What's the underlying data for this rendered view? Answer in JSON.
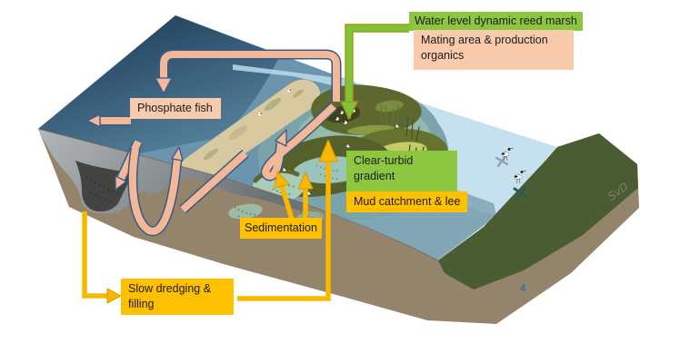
{
  "boxes": {
    "water_level": {
      "label": "Water level dynamic reed marsh"
    },
    "mating": {
      "label": "Mating area & production organics"
    },
    "phosphate": {
      "label": "Phosphate fish"
    },
    "clear_turbid": {
      "label": "Clear-turbid gradient"
    },
    "mud": {
      "label": "Mud catchment & lee"
    },
    "sedimentation": {
      "label": "Sedimentation"
    },
    "dredging": {
      "label": "Slow dredging & filling"
    }
  },
  "annotations": {
    "page_number": "4",
    "signature": "SvD"
  },
  "colors": {
    "box_green": "#8dc63f",
    "box_orange": "#ffc000",
    "box_peach": "#f8cbad",
    "water_arrow_fill": "#f2b897",
    "water_arrow_outline": "#3a5a85",
    "sediment_arrow": "#f8b800",
    "reed_arrow": "#7fc437",
    "deep_water": "#17344f",
    "open_water": "#6b94ae",
    "clear_water": "#c5e1ef",
    "marsh_olive": "#55602b",
    "dike_green": "#4a5c31",
    "bank_brown": "#95846c"
  }
}
